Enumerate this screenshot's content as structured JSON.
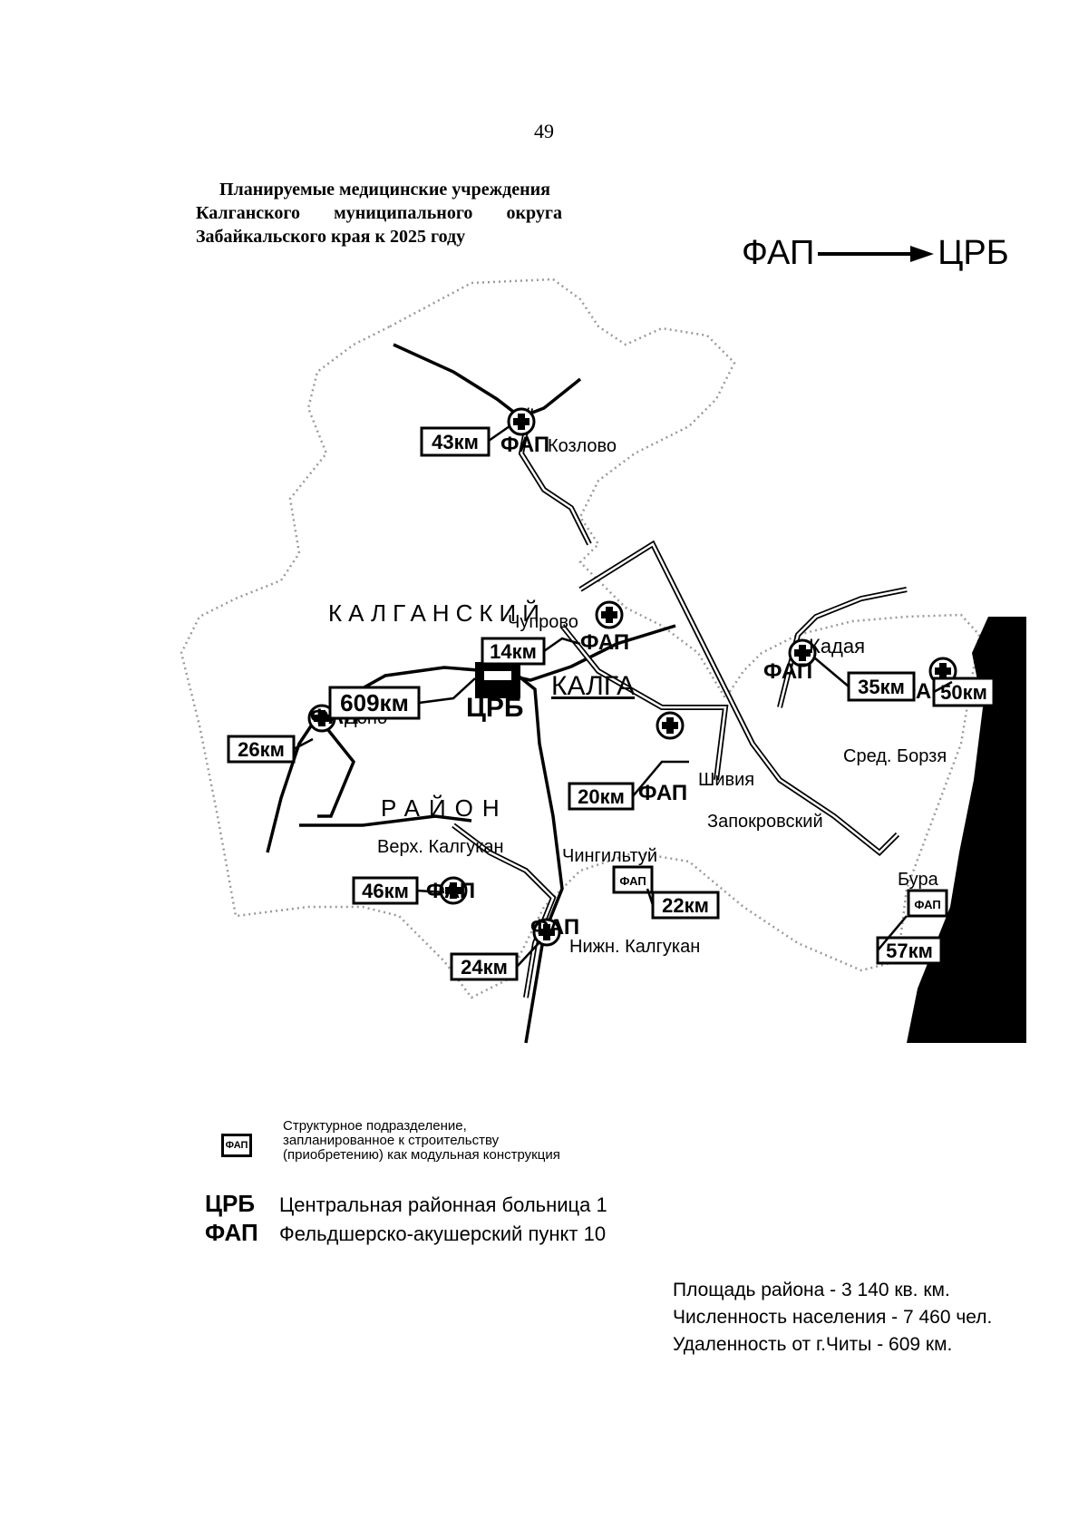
{
  "page_number": "49",
  "title": {
    "line1": "Планируемые медицинские учреждения",
    "line2_words": [
      "Калганского",
      "муниципального",
      "округа"
    ],
    "line3": "Забайкальского края к 2025 году"
  },
  "flow": {
    "from": "ФАП",
    "to": "ЦРБ"
  },
  "map": {
    "region_lines": [
      "КАЛГАНСКИЙ",
      "РАЙОН"
    ],
    "center": {
      "name": "КАЛГА",
      "label": "ЦРБ"
    },
    "fap_label": "ФАП",
    "box_label": "ФАП",
    "settlements": [
      "Козлово",
      "Чупрово",
      "Кадая",
      "Сред. Борзя",
      "Шивия",
      "Запокровский",
      "Чингильтуй",
      "Бура",
      "Верх. Калгукан",
      "Нижн. Калгукан",
      "Доно"
    ],
    "distances": [
      "43км",
      "14км",
      "609км",
      "26км",
      "35км",
      "50км",
      "20км",
      "46км",
      "22км",
      "24км",
      "57км"
    ]
  },
  "legend": {
    "box_icon_label": "ФАП",
    "modular_text": [
      "Структурное подразделение,",
      "запланированное к строительству",
      "(приобретению) как модульная конструкция"
    ],
    "rows": [
      {
        "abbr": "ЦРБ",
        "text": "Центральная районная больница 1"
      },
      {
        "abbr": "ФАП",
        "text": "Фельдшерско-акушерский пункт 10"
      }
    ]
  },
  "stats": [
    "Площадь района - 3 140 кв. км.",
    "Численность населения - 7 460 чел.",
    "Удаленность от г.Читы - 609 км."
  ],
  "colors": {
    "ink": "#000000",
    "background": "#ffffff",
    "border_dots": "#9a9a9a"
  },
  "icons": [
    "medical-cross-icon",
    "hospital-building-icon",
    "arrow-right-icon"
  ]
}
